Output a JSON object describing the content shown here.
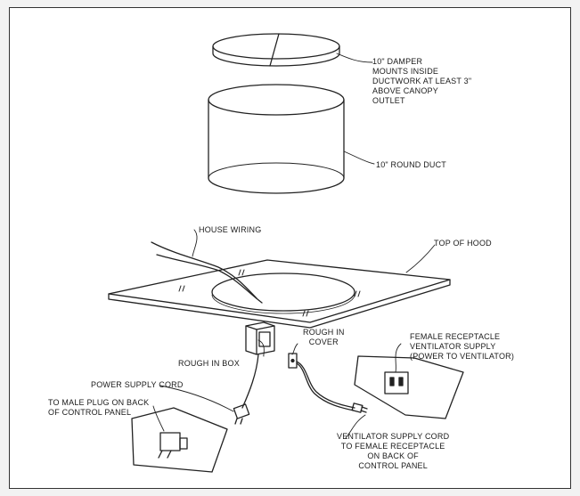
{
  "labels": {
    "damper": [
      "10\" DAMPER",
      "MOUNTS INSIDE",
      "DUCTWORK AT LEAST 3\"",
      "ABOVE CANOPY",
      "OUTLET"
    ],
    "round_duct": "10\" ROUND DUCT",
    "house_wiring": "HOUSE WIRING",
    "top_of_hood": "TOP OF HOOD",
    "rough_in_cover": [
      "ROUGH IN",
      "COVER"
    ],
    "rough_in_box": "ROUGH IN BOX",
    "power_supply_cord": "POWER SUPPLY CORD",
    "male_plug": [
      "TO MALE PLUG ON BACK",
      "OF CONTROL PANEL"
    ],
    "female_receptacle": [
      "FEMALE RECEPTACLE",
      "VENTILATOR SUPPLY",
      "(POWER TO VENTILATOR)"
    ],
    "vent_supply_cord": [
      "VENTILATOR SUPPLY CORD",
      "TO FEMALE RECEPTACLE",
      "ON BACK OF",
      "CONTROL PANEL"
    ]
  }
}
